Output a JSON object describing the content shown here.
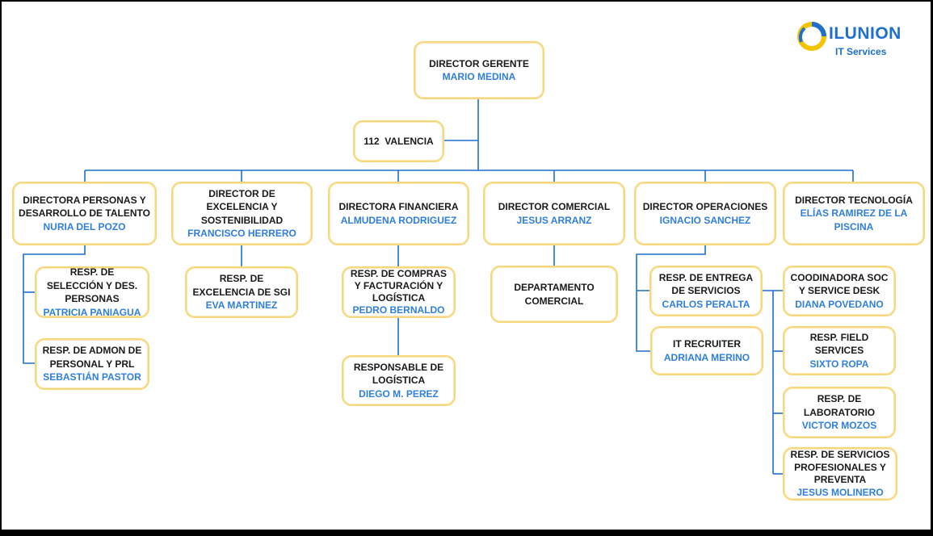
{
  "brand": {
    "name": "ILUNION",
    "subtitle": "IT Services",
    "colors": {
      "blue": "#1e6fd0",
      "yellow": "#f5c400",
      "border": "#f6d77c"
    }
  },
  "org": {
    "ceo": {
      "title": "DIRECTOR GERENTE",
      "name": "MARIO MEDINA"
    },
    "valencia": {
      "title": "112  VALENCIA"
    },
    "personas": {
      "title": "DIRECTORA PERSONAS Y DESARROLLO DE TALENTO",
      "name": "NURIA DEL POZO"
    },
    "excelencia": {
      "title": "DIRECTOR DE EXCELENCIA Y SOSTENIBILIDAD",
      "name": "FRANCISCO HERRERO"
    },
    "financiera": {
      "title": "DIRECTORA FINANCIERA",
      "name": "ALMUDENA RODRIGUEZ"
    },
    "comercial": {
      "title": "DIRECTOR COMERCIAL",
      "name": "JESUS ARRANZ"
    },
    "operaciones": {
      "title": "DIRECTOR OPERACIONES",
      "name": "IGNACIO SANCHEZ"
    },
    "tecnologia": {
      "title": "DIRECTOR TECNOLOGÍA",
      "name": "ELÍAS RAMIREZ DE LA PISCINA"
    },
    "seleccion": {
      "title": "RESP. DE SELECCIÓN Y DES. PERSONAS",
      "name": "PATRICIA PANIAGUA"
    },
    "admon": {
      "title": "RESP. DE ADMON DE PERSONAL Y PRL",
      "name": "SEBASTIÁN PASTOR"
    },
    "sgi": {
      "title": "RESP. DE EXCELENCIA DE SGI",
      "name": "EVA MARTINEZ"
    },
    "compras": {
      "title": "RESP. DE COMPRAS Y FACTURACIÓN Y LOGÍSTICA",
      "name": "PEDRO BERNALDO"
    },
    "logistica": {
      "title": "RESPONSABLE DE LOGÍSTICA",
      "name": "DIEGO M. PEREZ"
    },
    "dep_comercial": {
      "title": "DEPARTAMENTO COMERCIAL"
    },
    "entrega": {
      "title": "RESP. DE ENTREGA DE SERVICIOS",
      "name": "CARLOS PERALTA"
    },
    "recruiter": {
      "title": "IT RECRUITER",
      "name": "ADRIANA MERINO"
    },
    "soc": {
      "title": "COODINADORA SOC Y SERVICE DESK",
      "name": "DIANA POVEDANO"
    },
    "field": {
      "title": "RESP. FIELD SERVICES",
      "name": "SIXTO ROPA"
    },
    "laboratorio": {
      "title": "RESP. DE LABORATORIO",
      "name": "VICTOR MOZOS"
    },
    "profesionales": {
      "title": "RESP. DE SERVICIOS PROFESIONALES Y PREVENTA",
      "name": "JESUS MOLINERO"
    }
  }
}
